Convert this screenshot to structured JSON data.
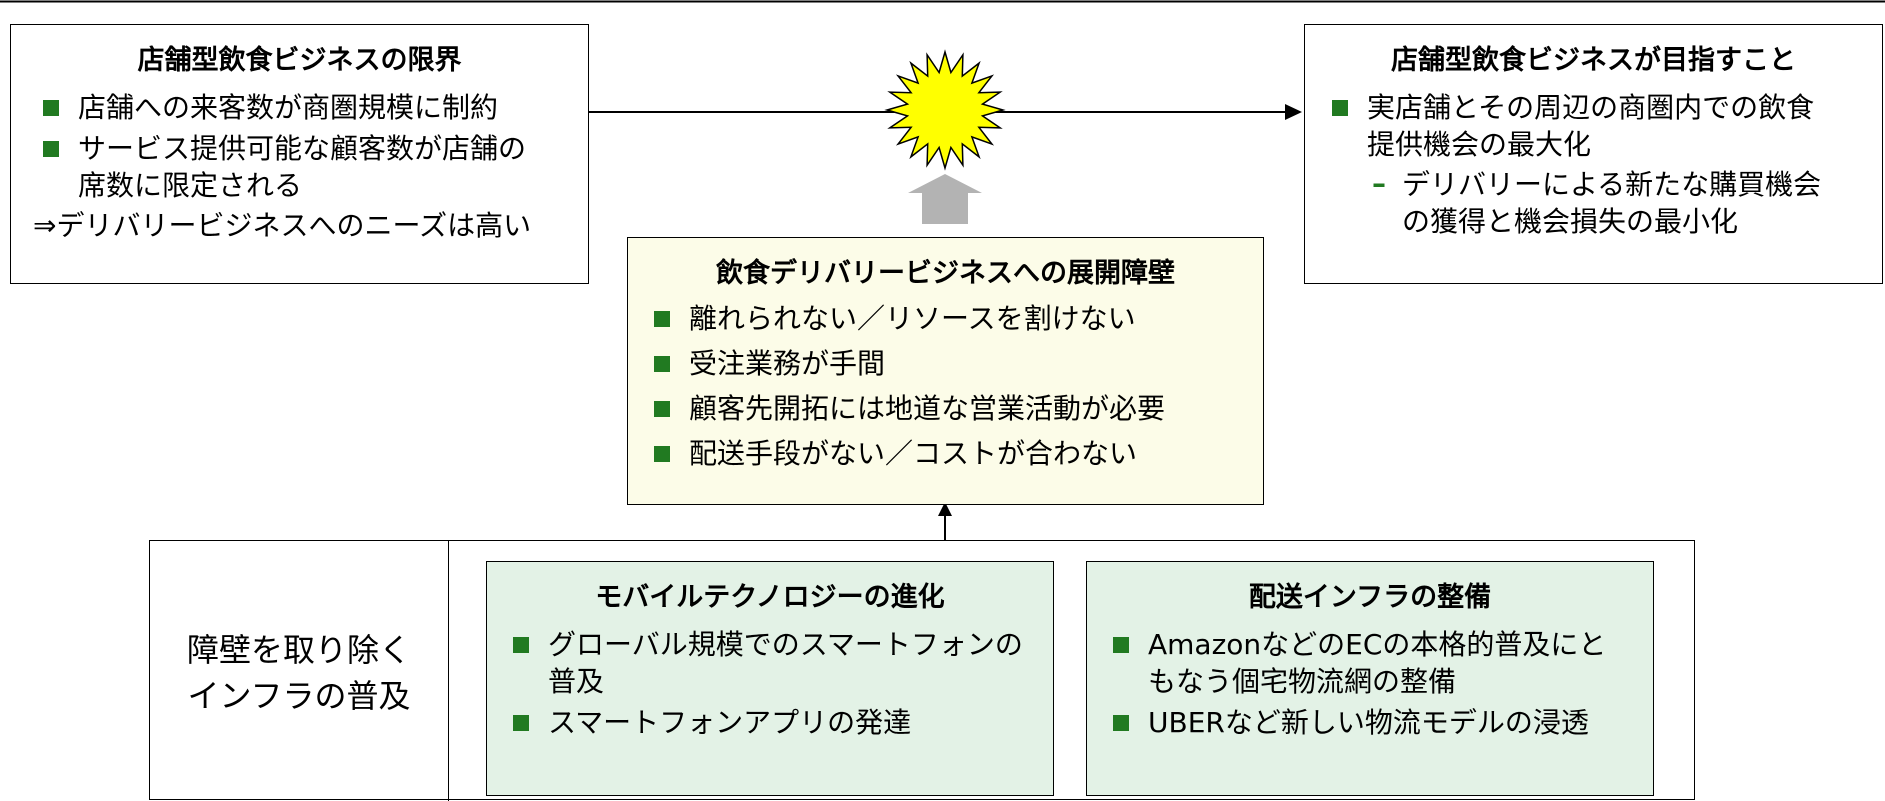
{
  "left_box": {
    "title": "店舗型飲食ビジネスの限界",
    "bullets": [
      "店舗への来客数が商圏規模に制約",
      "サービス提供可能な顧客数が店舗の席数に限定される"
    ],
    "conclusion": "⇒デリバリービジネスへのニーズは高い"
  },
  "right_box": {
    "title": "店舗型飲食ビジネスが目指すこと",
    "bullet": "実店舗とその周辺の商圏内での飲食提供機会の最大化",
    "sub_item": "デリバリーによる新たな購買機会の獲得と機会損失の最小化"
  },
  "center_box": {
    "title": "飲食デリバリービジネスへの展開障壁",
    "bullets": [
      "離れられない／リソースを割けない",
      "受注業務が手間",
      "顧客先開拓には地道な営業活動が必要",
      "配送手段がない／コストが合わない"
    ]
  },
  "bottom_section": {
    "label_line1": "障壁を取り除く",
    "label_line2": "インフラの普及",
    "mobile": {
      "title": "モバイルテクノロジーの進化",
      "bullets": [
        "グローバル規模でのスマートフォンの普及",
        "スマートフォンアプリの発達"
      ]
    },
    "delivery": {
      "title": "配送インフラの整備",
      "bullets": [
        "AmazonなどのECの本格的普及にともなう個宅物流網の整備",
        "UBERなど新しい物流モデルの浸透"
      ]
    }
  },
  "colors": {
    "bullet": "#217a21",
    "center_fill": "#fcfce8",
    "inner_fill": "#e3f2e6",
    "burst_fill": "#ffff00",
    "arrow_gray": "#b3b3b3"
  },
  "icons": [
    "starburst-icon",
    "up-arrow-icon"
  ]
}
